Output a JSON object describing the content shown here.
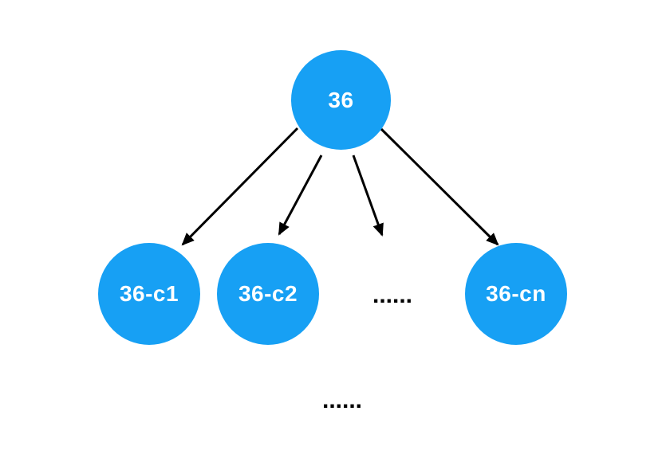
{
  "diagram": {
    "title": "tree-fanout-diagram",
    "colors": {
      "node_fill": "#17A0F4",
      "node_text": "#FFFFFF",
      "arrow": "#000000",
      "background": "#FFFFFF"
    },
    "root": {
      "label": "36"
    },
    "children": [
      {
        "label": "36-c1"
      },
      {
        "label": "36-c2"
      },
      {
        "label": "36-cn"
      }
    ],
    "ellipsis_children": "......",
    "ellipsis_bottom": "......",
    "edges": [
      {
        "from": "36",
        "to": "36-c1"
      },
      {
        "from": "36",
        "to": "36-c2"
      },
      {
        "from": "36",
        "to": "..."
      },
      {
        "from": "36",
        "to": "36-cn"
      }
    ]
  }
}
